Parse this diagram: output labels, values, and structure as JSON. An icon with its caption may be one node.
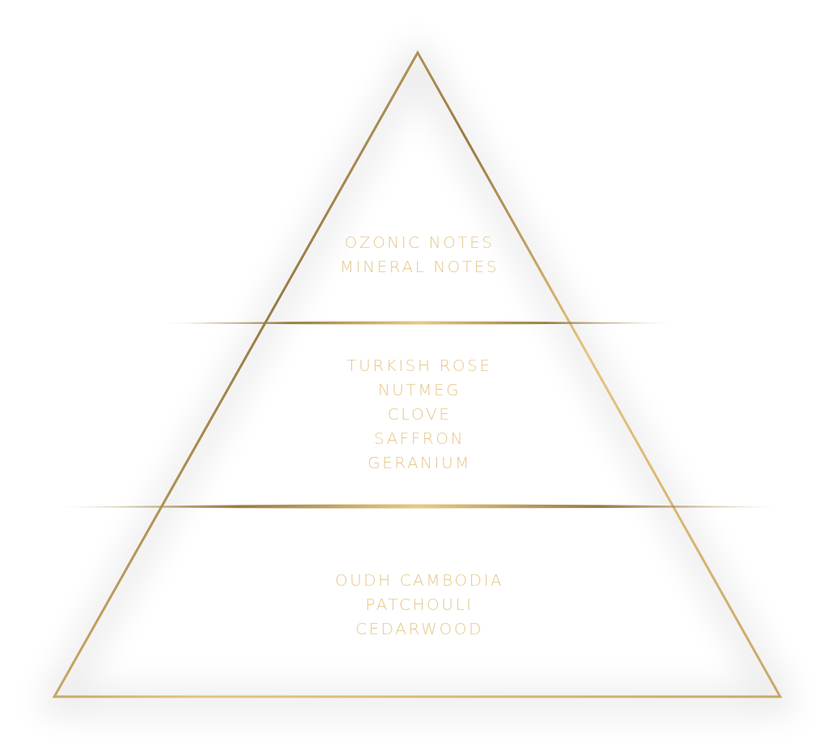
{
  "diagram": {
    "nodes": [
      {
        "text": [
          "OZONIC NOTES",
          "MINERAL NOTES"
        ]
      },
      {
        "text": [
          "TURKISH ROSE",
          "NUTMEG",
          "CLOVE",
          "SAFFRON",
          "GERANIUM"
        ]
      },
      {
        "text": [
          "OUDH CAMBODIA",
          "PATCHOULI",
          "CEDARWOOD"
        ]
      }
    ]
  }
}
